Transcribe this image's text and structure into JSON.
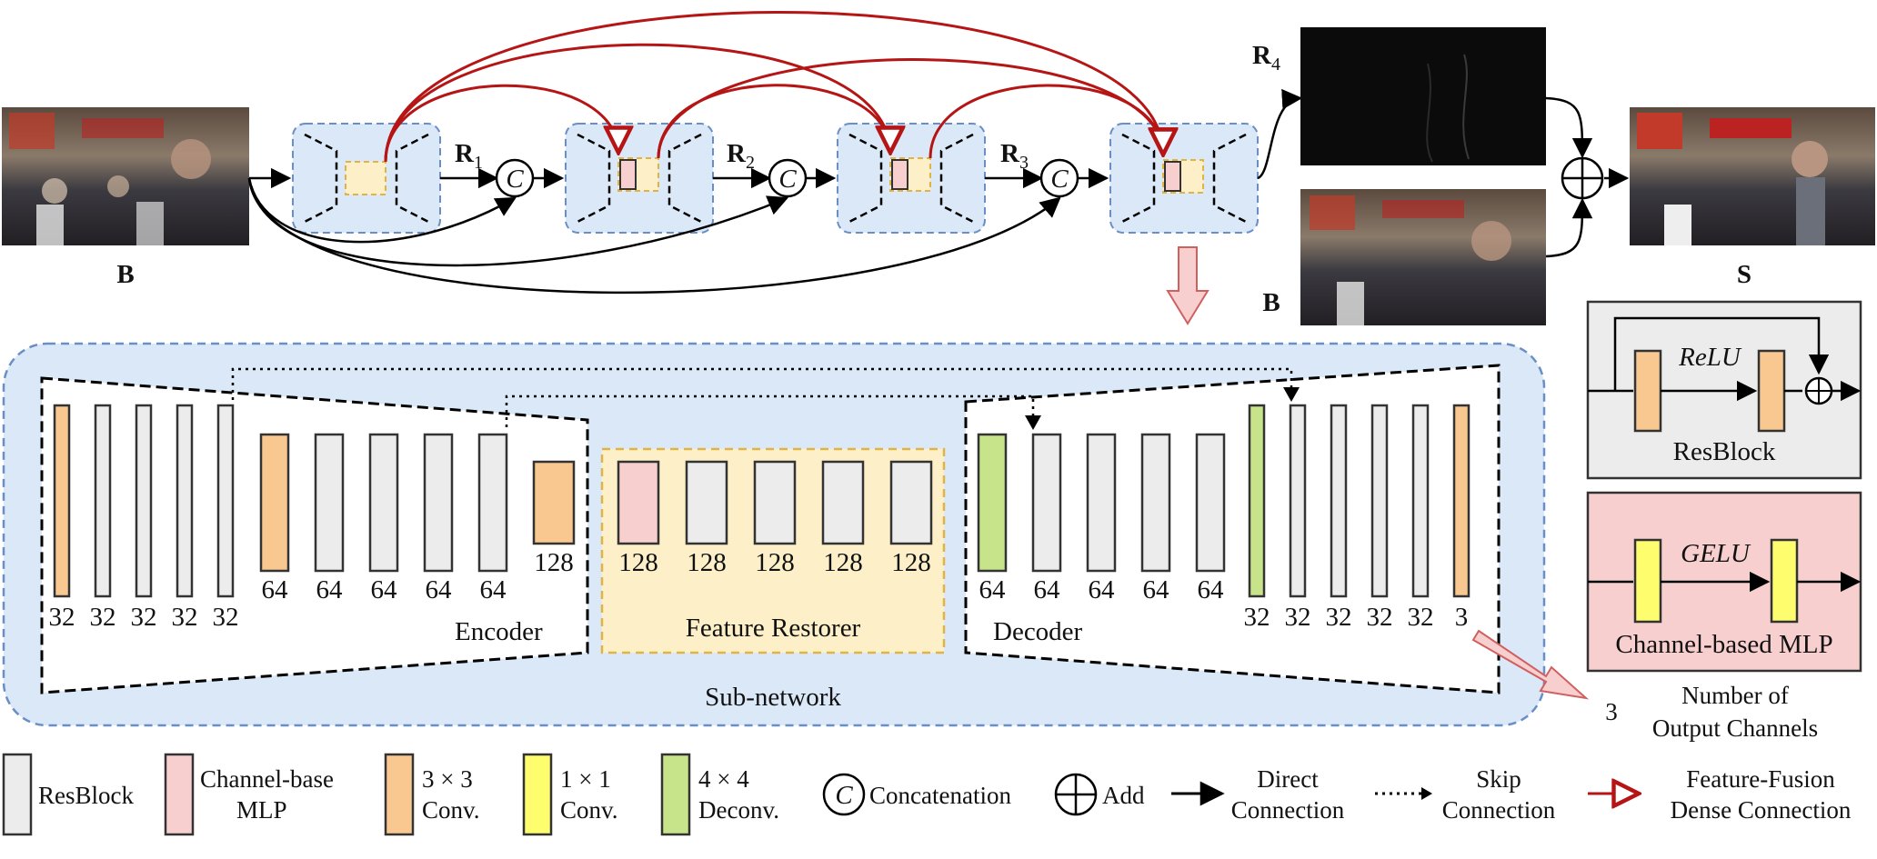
{
  "top_row": {
    "input_label": "B",
    "output_label": "S",
    "b_label": "B",
    "r_labels": [
      {
        "main": "R",
        "sub": "1"
      },
      {
        "main": "R",
        "sub": "2"
      },
      {
        "main": "R",
        "sub": "3"
      },
      {
        "main": "R",
        "sub": "4"
      }
    ],
    "concat_symbol": "C"
  },
  "subnetwork": {
    "title": "Sub-network",
    "encoder_label": "Encoder",
    "decoder_label": "Decoder",
    "restorer_label": "Feature Restorer",
    "encoder_channels": [
      "32",
      "32",
      "32",
      "32",
      "32",
      "64",
      "64",
      "64",
      "64",
      "64",
      "128"
    ],
    "restorer_channels": [
      "128",
      "128",
      "128",
      "128",
      "128"
    ],
    "decoder_channels": [
      "64",
      "64",
      "64",
      "64",
      "64",
      "32",
      "32",
      "32",
      "32",
      "32",
      "3"
    ]
  },
  "resblock_panel": {
    "activation": "ReLU",
    "title": "ResBlock"
  },
  "mlp_panel": {
    "activation": "GELU",
    "title": "Channel-based MLP"
  },
  "output_note": {
    "value": "3",
    "line1": "Number of",
    "line2": "Output Channels"
  },
  "legend": {
    "resblock": "ResBlock",
    "mlp": [
      "Channel-base",
      "MLP"
    ],
    "conv3": [
      "3 × 3",
      "Conv."
    ],
    "conv1": [
      "1 × 1",
      "Conv."
    ],
    "deconv": [
      "4 × 4",
      "Deconv."
    ],
    "concat_symbol": "C",
    "concat": "Concatenation",
    "add": "Add",
    "direct": [
      "Direct",
      "Connection"
    ],
    "skip": [
      "Skip",
      "Connection"
    ],
    "dense": [
      "Feature-Fusion",
      "Dense  Connection"
    ]
  },
  "colors": {
    "blue_bg": "#dbe8f8",
    "blue_border": "#6a8fc7",
    "resblock": "#ececec",
    "mlp": "#f8cfcf",
    "conv3": "#f9c890",
    "conv1": "#fdfd6e",
    "deconv": "#c7e48a",
    "restorer": "#fdf0c8",
    "restorer_border": "#e0b347",
    "dense": "#b51515"
  }
}
